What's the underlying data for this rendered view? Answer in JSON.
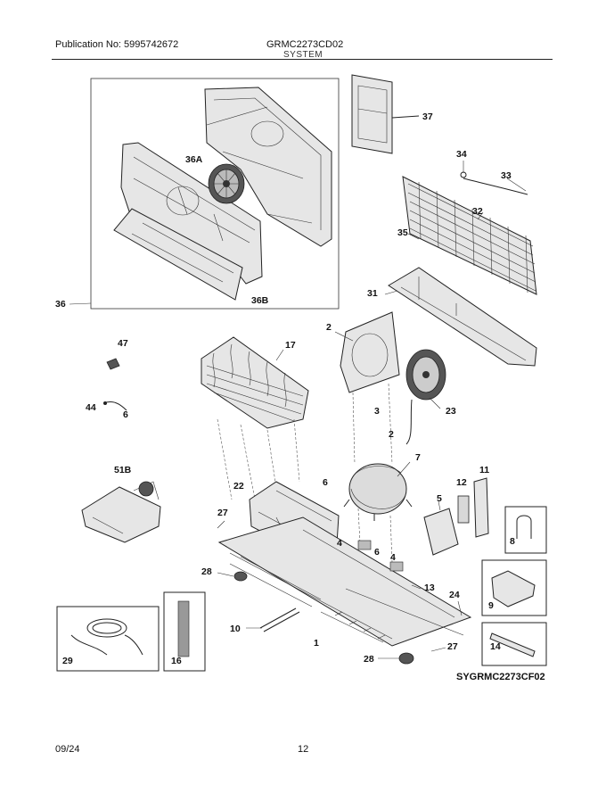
{
  "header": {
    "publication": "Publication No: 5995742672",
    "model": "GRMC2273CD02",
    "section": "SYSTEM"
  },
  "diagram_code": "SYGRMC2273CF02",
  "footer": {
    "date": "09/24",
    "page": "12"
  },
  "callouts": {
    "c36A": "36A",
    "c37": "37",
    "c34": "34",
    "c33": "33",
    "c32": "32",
    "c35": "35",
    "c31": "31",
    "c36": "36",
    "c36B": "36B",
    "c47": "47",
    "c17": "17",
    "c2a": "2",
    "c23": "23",
    "c44": "44",
    "c6a": "6",
    "c3": "3",
    "c2b": "2",
    "c7": "7",
    "c51B": "51B",
    "c22": "22",
    "c6b": "6",
    "c12": "12",
    "c11": "11",
    "c5": "5",
    "c27a": "27",
    "c4a": "4",
    "c6c": "6",
    "c4b": "4",
    "c28a": "28",
    "c13": "13",
    "c8": "8",
    "c24": "24",
    "c9": "9",
    "c10": "10",
    "c1": "1",
    "c27b": "27",
    "c28b": "28",
    "c14": "14",
    "c29": "29",
    "c16": "16"
  }
}
